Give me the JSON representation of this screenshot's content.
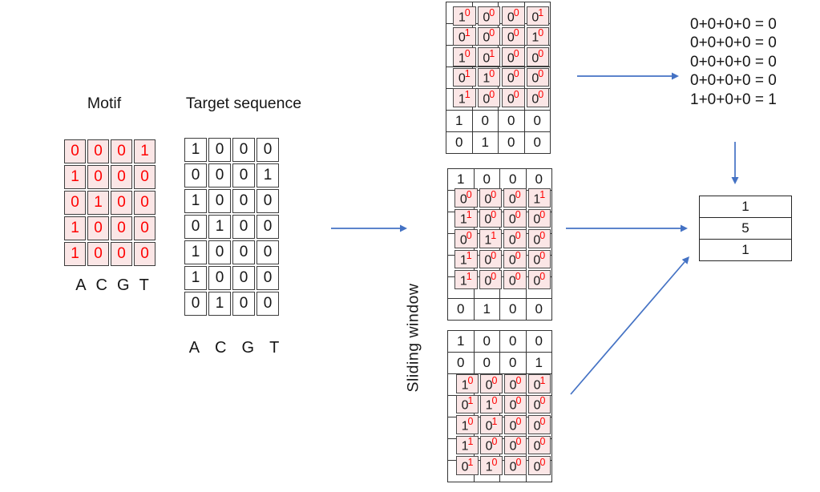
{
  "labels": {
    "motif": "Motif",
    "target_sequence": "Target sequence",
    "sliding_window": "Sliding window"
  },
  "colors": {
    "pink_fill": "#fbe6e6",
    "red_text": "#ff0000",
    "arrow_blue": "#4472c4",
    "text_black": "#161616",
    "grid_border": "#3d3d3d"
  },
  "motif": {
    "columns": [
      "A",
      "C",
      "G",
      "T"
    ],
    "rows": [
      [
        "0",
        "0",
        "0",
        "1"
      ],
      [
        "1",
        "0",
        "0",
        "0"
      ],
      [
        "0",
        "1",
        "0",
        "0"
      ],
      [
        "1",
        "0",
        "0",
        "0"
      ],
      [
        "1",
        "0",
        "0",
        "0"
      ]
    ]
  },
  "target": {
    "columns": [
      "A",
      "C",
      "G",
      "T"
    ],
    "rows": [
      [
        "1",
        "0",
        "0",
        "0"
      ],
      [
        "0",
        "0",
        "0",
        "1"
      ],
      [
        "1",
        "0",
        "0",
        "0"
      ],
      [
        "0",
        "1",
        "0",
        "0"
      ],
      [
        "1",
        "0",
        "0",
        "0"
      ],
      [
        "1",
        "0",
        "0",
        "0"
      ],
      [
        "0",
        "1",
        "0",
        "0"
      ]
    ]
  },
  "windows": [
    {
      "name": "window-position-1",
      "grid_rows": [
        null,
        null,
        null,
        null,
        null,
        [
          "1",
          "0",
          "0",
          "0"
        ],
        [
          "0",
          "1",
          "0",
          "0"
        ]
      ],
      "overlay_rows": [
        {
          "base": [
            "1",
            "0",
            "0",
            "0"
          ],
          "sup": [
            "0",
            "0",
            "0",
            "1"
          ]
        },
        {
          "base": [
            "0",
            "0",
            "0",
            "1"
          ],
          "sup": [
            "1",
            "0",
            "0",
            "0"
          ]
        },
        {
          "base": [
            "1",
            "0",
            "0",
            "0"
          ],
          "sup": [
            "0",
            "1",
            "0",
            "0"
          ]
        },
        {
          "base": [
            "0",
            "1",
            "0",
            "0"
          ],
          "sup": [
            "1",
            "0",
            "0",
            "0"
          ]
        },
        {
          "base": [
            "1",
            "0",
            "0",
            "0"
          ],
          "sup": [
            "1",
            "0",
            "0",
            "0"
          ]
        }
      ]
    },
    {
      "name": "window-position-2",
      "grid_rows": [
        [
          "1",
          "0",
          "0",
          "0"
        ],
        null,
        null,
        null,
        null,
        null,
        [
          "0",
          "1",
          "0",
          "0"
        ]
      ],
      "overlay_rows": [
        {
          "base": [
            "0",
            "0",
            "0",
            "1"
          ],
          "sup": [
            "0",
            "0",
            "0",
            "1"
          ]
        },
        {
          "base": [
            "1",
            "0",
            "0",
            "0"
          ],
          "sup": [
            "1",
            "0",
            "0",
            "0"
          ]
        },
        {
          "base": [
            "0",
            "1",
            "0",
            "0"
          ],
          "sup": [
            "0",
            "1",
            "0",
            "0"
          ]
        },
        {
          "base": [
            "1",
            "0",
            "0",
            "0"
          ],
          "sup": [
            "1",
            "0",
            "0",
            "0"
          ]
        },
        {
          "base": [
            "1",
            "0",
            "0",
            "0"
          ],
          "sup": [
            "1",
            "0",
            "0",
            "0"
          ]
        }
      ]
    },
    {
      "name": "window-position-3",
      "grid_rows": [
        [
          "1",
          "0",
          "0",
          "0"
        ],
        [
          "0",
          "0",
          "0",
          "1"
        ],
        null,
        null,
        null,
        null,
        null
      ],
      "overlay_rows": [
        {
          "base": [
            "1",
            "0",
            "0",
            "0"
          ],
          "sup": [
            "0",
            "0",
            "0",
            "1"
          ]
        },
        {
          "base": [
            "0",
            "1",
            "0",
            "0"
          ],
          "sup": [
            "1",
            "0",
            "0",
            "0"
          ]
        },
        {
          "base": [
            "1",
            "0",
            "0",
            "0"
          ],
          "sup": [
            "0",
            "1",
            "0",
            "0"
          ]
        },
        {
          "base": [
            "1",
            "0",
            "0",
            "0"
          ],
          "sup": [
            "1",
            "0",
            "0",
            "0"
          ]
        },
        {
          "base": [
            "0",
            "1",
            "0",
            "0"
          ],
          "sup": [
            "1",
            "0",
            "0",
            "0"
          ]
        }
      ]
    }
  ],
  "equations": [
    "0+0+0+0 = 0",
    "0+0+0+0 = 0",
    "0+0+0+0 = 0",
    "0+0+0+0 = 0",
    "1+0+0+0 = 1"
  ],
  "result": [
    "1",
    "5",
    "1"
  ]
}
